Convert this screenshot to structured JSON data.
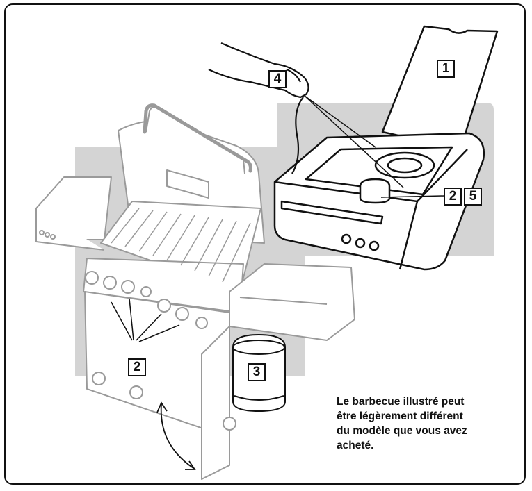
{
  "callouts": {
    "c1": "1",
    "c2_burner": "2",
    "c5": "5",
    "c4": "4",
    "c2_knobs": "2",
    "c3": "3"
  },
  "note_text": "Le barbecue illustré peut\nêtre légèrement différent\ndu modèle que vous avez\nacheté.",
  "colors": {
    "shadow_gray": "#d4d4d4",
    "line": "#111111",
    "faded_line": "#9a9a9a"
  }
}
